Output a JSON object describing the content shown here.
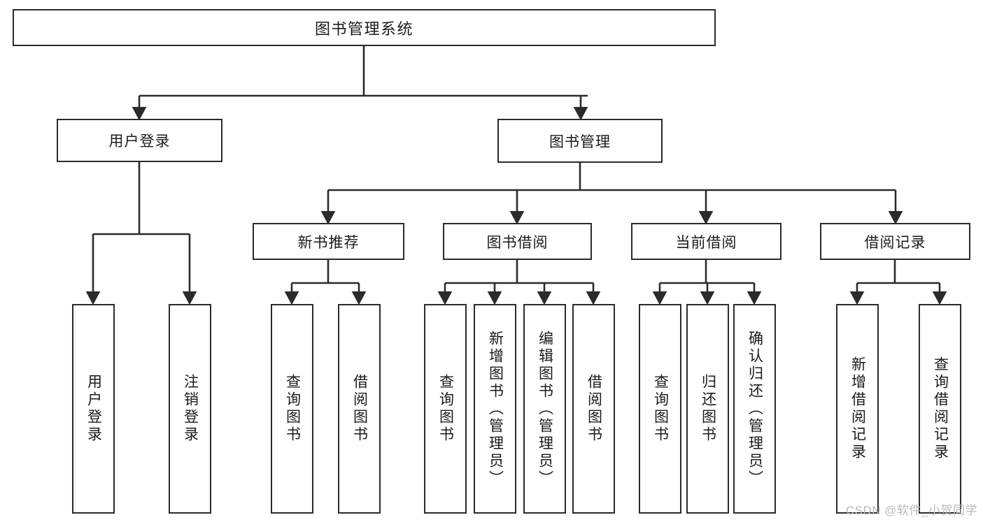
{
  "diagram": {
    "type": "tree",
    "title": "图书管理系统",
    "root": {
      "label": "图书管理系统"
    },
    "level2": [
      {
        "label": "用户登录"
      },
      {
        "label": "图书管理"
      }
    ],
    "level3": [
      {
        "label": "新书推荐"
      },
      {
        "label": "图书借阅"
      },
      {
        "label": "当前借阅"
      },
      {
        "label": "借阅记录"
      }
    ],
    "leaves": {
      "user_login": [
        {
          "label": "用户登录"
        },
        {
          "label": "注销登录"
        }
      ],
      "new_book_recommend": [
        {
          "label": "查询图书"
        },
        {
          "label": "借阅图书"
        }
      ],
      "book_borrow": [
        {
          "label": "查询图书"
        },
        {
          "label": "新增图书（管理员）"
        },
        {
          "label": "编辑图书（管理员）"
        },
        {
          "label": "借阅图书"
        }
      ],
      "current_borrow": [
        {
          "label": "查询图书"
        },
        {
          "label": "归还图书"
        },
        {
          "label": "确认归还（管理员）"
        }
      ],
      "borrow_record": [
        {
          "label": "新增借阅记录"
        },
        {
          "label": "查询借阅记录"
        }
      ]
    }
  },
  "watermark": {
    "text": "CSDN @软件_小贺同学"
  },
  "colors": {
    "border": "#2b2b2b",
    "fill": "#ffffff",
    "text": "#1a1a1a",
    "watermark": "#b9b9b9"
  }
}
